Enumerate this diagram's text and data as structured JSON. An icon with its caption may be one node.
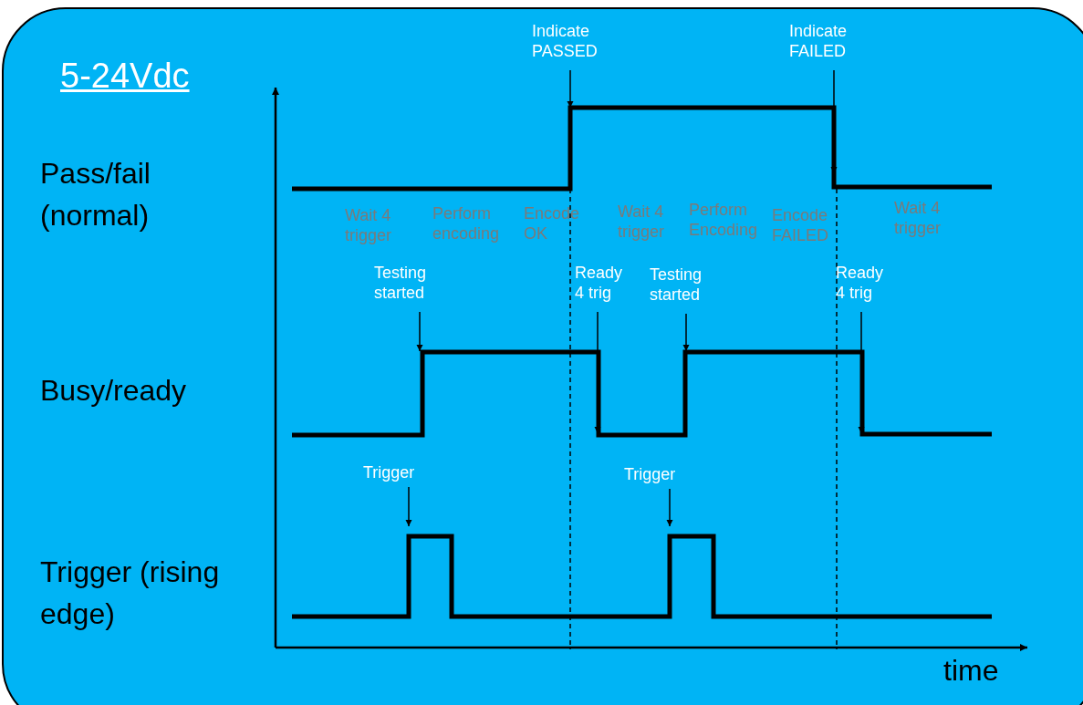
{
  "diagram": {
    "title": "5-24Vdc",
    "nodes": [
      {
        "text": [
          "Indicate PASSED"
        ]
      },
      {
        "text": [
          "Indicate FAILED"
        ]
      },
      {
        "text": [
          "Testing started"
        ]
      },
      {
        "text": [
          "Ready 4 trig"
        ]
      },
      {
        "text": [
          "Testing started"
        ]
      },
      {
        "text": [
          "Ready 4 trig"
        ]
      },
      {
        "text": [
          "Trigger"
        ]
      },
      {
        "text": [
          "Trigger"
        ]
      }
    ],
    "edges": [
      {
        "from": 0,
        "to": null,
        "arrow": "to"
      },
      {
        "from": 1,
        "to": null,
        "arrow": "to"
      },
      {
        "from": 2,
        "to": null,
        "arrow": "to"
      },
      {
        "from": 3,
        "to": null,
        "arrow": "to"
      },
      {
        "from": 4,
        "to": null,
        "arrow": "to"
      },
      {
        "from": 5,
        "to": null,
        "arrow": "to"
      },
      {
        "from": 6,
        "to": null,
        "arrow": "to"
      },
      {
        "from": 7,
        "to": null,
        "arrow": "to"
      }
    ],
    "labels": [
      "Pass/fail (normal)",
      "Wait 4 trigger",
      "Perform encoding",
      "Encode OK",
      "Wait 4 trigger",
      "Perform Encoding",
      "Encode FAILED",
      "Wait 4 trigger",
      "Busy/ready",
      "Trigger (rising edge)",
      "time"
    ]
  }
}
